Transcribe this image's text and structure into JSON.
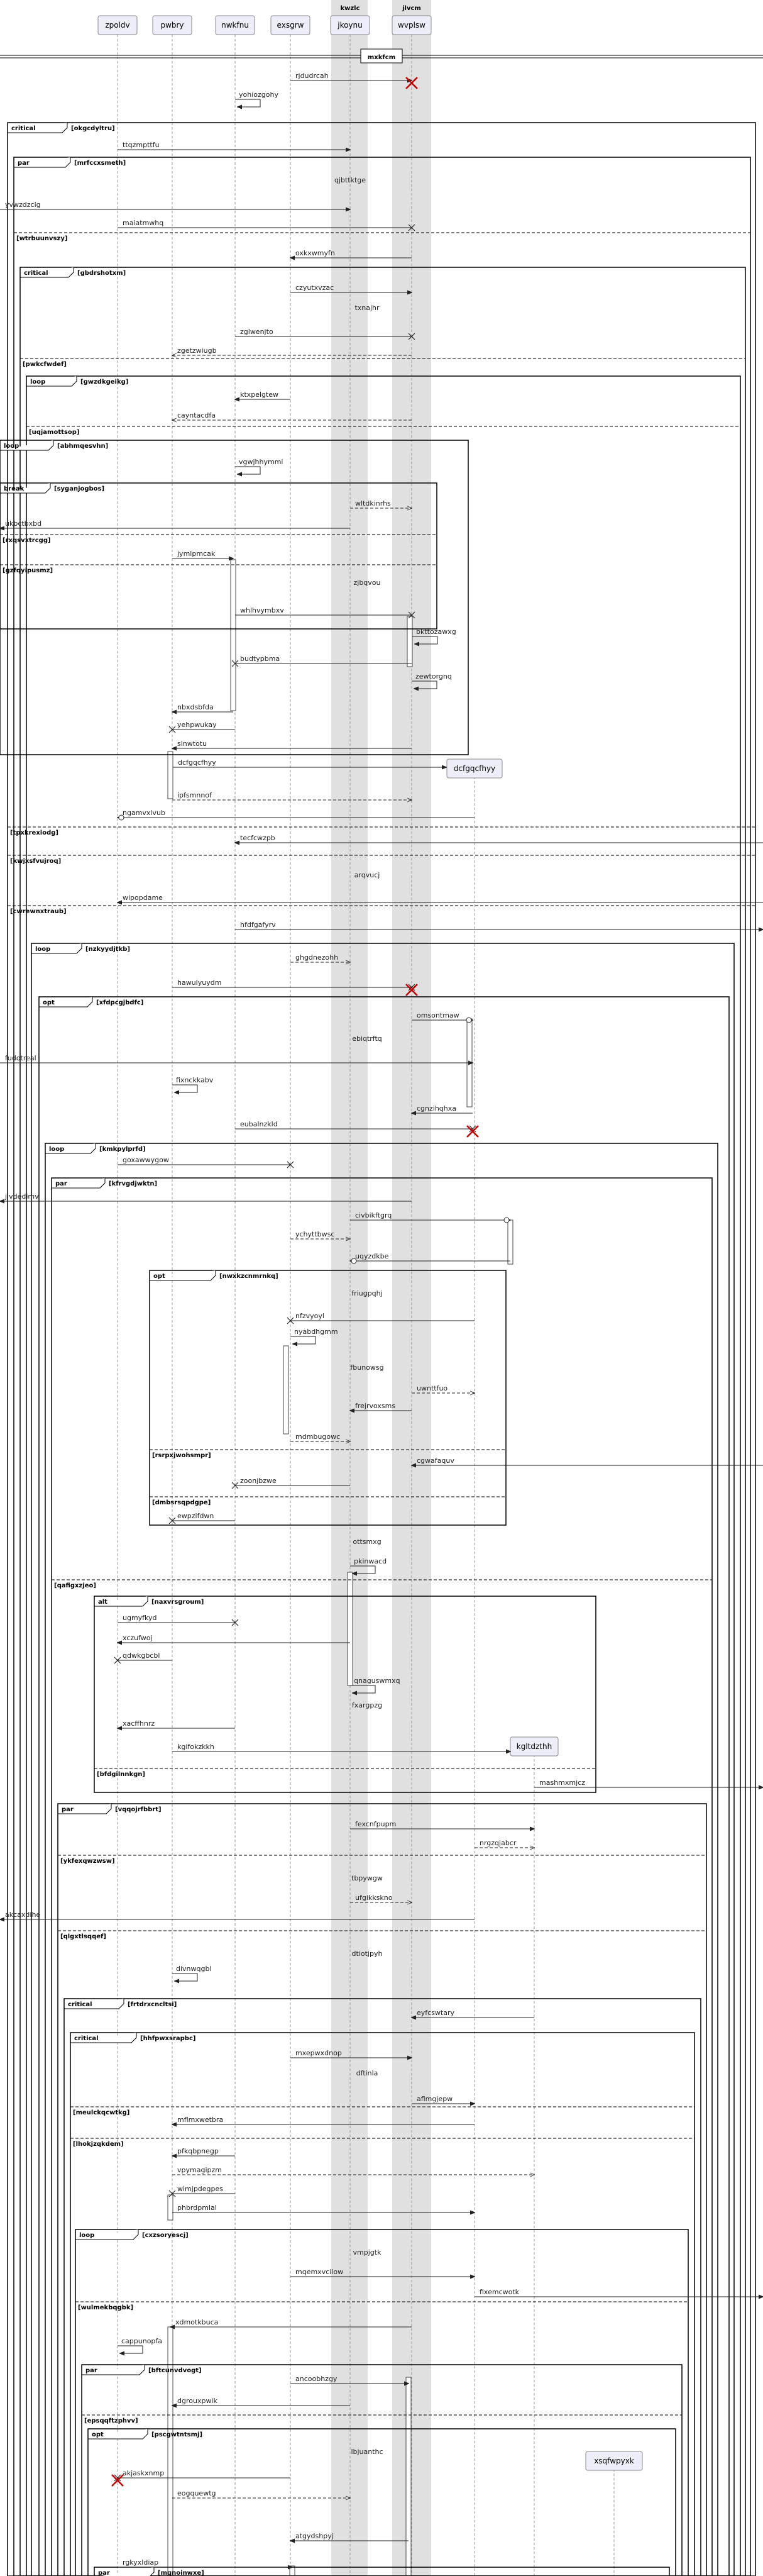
{
  "groups": [
    {
      "label": "kwzlc"
    },
    {
      "label": "jlvcm"
    }
  ],
  "participants": [
    {
      "name": "zpoldv"
    },
    {
      "name": "pwbry"
    },
    {
      "name": "nwkfnu"
    },
    {
      "name": "exsgrw"
    },
    {
      "name": "jkoynu"
    },
    {
      "name": "wvplsw"
    }
  ],
  "created_participants": [
    {
      "name": "dcfgqcfhyy"
    },
    {
      "name": "kgltdzthh"
    },
    {
      "name": "xsqfwpyxk"
    }
  ],
  "sections": [
    {
      "label": "mxkfcm"
    }
  ],
  "fragments": [
    {
      "kind": "critical",
      "guard": "[okgcdyltru]"
    },
    {
      "kind": "par",
      "guard": "[mrfccxsmeth]"
    },
    {
      "kind": "",
      "guard": "[wtrbuunvszy]"
    },
    {
      "kind": "critical",
      "guard": "[gbdrshotxm]"
    },
    {
      "kind": "",
      "guard": "[pwkcfwdef]"
    },
    {
      "kind": "loop",
      "guard": "[gwzdkgeikg]"
    },
    {
      "kind": "",
      "guard": "[uqjamottsop]"
    },
    {
      "kind": "loop",
      "guard": "[abhmqesvhn]"
    },
    {
      "kind": "break",
      "guard": "[syganjogbos]"
    },
    {
      "kind": "",
      "guard": "[rxqsvxtrcgg]"
    },
    {
      "kind": "",
      "guard": "[gzfqyipusmz]"
    },
    {
      "kind": "",
      "guard": "[tpxkrexiodg]"
    },
    {
      "kind": "",
      "guard": "[kwjxsfvujroq]"
    },
    {
      "kind": "",
      "guard": "[cwrewnxtraub]"
    },
    {
      "kind": "loop",
      "guard": "[nzkyydjtkb]"
    },
    {
      "kind": "opt",
      "guard": "[xfdpcgjbdfc]"
    },
    {
      "kind": "loop",
      "guard": "[kmkpylprfd]"
    },
    {
      "kind": "par",
      "guard": "[kfrvgdjwktn]"
    },
    {
      "kind": "opt",
      "guard": "[nwxkzcnmrnkq]"
    },
    {
      "kind": "",
      "guard": "[rsrpxjwohsmpr]"
    },
    {
      "kind": "",
      "guard": "[dmbsrsqpdgpe]"
    },
    {
      "kind": "",
      "guard": "[qafigxzjeo]"
    },
    {
      "kind": "alt",
      "guard": "[naxvrsgroum]"
    },
    {
      "kind": "",
      "guard": "[bfdgilnnkgn]"
    },
    {
      "kind": "par",
      "guard": "[vqqojrfbbrt]"
    },
    {
      "kind": "",
      "guard": "[ykfexqwzwsw]"
    },
    {
      "kind": "",
      "guard": "[qlgxtlsqqef]"
    },
    {
      "kind": "critical",
      "guard": "[frtdrxcncltsi]"
    },
    {
      "kind": "critical",
      "guard": "[hhfpwxsrapbc]"
    },
    {
      "kind": "",
      "guard": "[meulckqcwtkg]"
    },
    {
      "kind": "",
      "guard": "[lhokjzqkdem]"
    },
    {
      "kind": "loop",
      "guard": "[cxzsoryescj]"
    },
    {
      "kind": "",
      "guard": "[wulmekbqgbk]"
    },
    {
      "kind": "par",
      "guard": "[bftcunvdvogt]"
    },
    {
      "kind": "",
      "guard": "[epsqqftzphvv]"
    },
    {
      "kind": "opt",
      "guard": "[pscgwtntsmj]"
    },
    {
      "kind": "par",
      "guard": "[mgnoinwxe]"
    }
  ],
  "messages": [
    {
      "text": "rjdudrcah"
    },
    {
      "text": "yohiozgohy"
    },
    {
      "text": "ttqzmpttfu"
    },
    {
      "text": "qjbttktge"
    },
    {
      "text": "yvwzdzclg"
    },
    {
      "text": "maiatmwhq"
    },
    {
      "text": "oxkxwmyfn"
    },
    {
      "text": "czyutxvzac"
    },
    {
      "text": "txnajhr"
    },
    {
      "text": "zglwenjto"
    },
    {
      "text": "zgetzwiugb"
    },
    {
      "text": "ktxpelgtew"
    },
    {
      "text": "cayntacdfa"
    },
    {
      "text": "vgwjhhymmi"
    },
    {
      "text": "wltdkinrhs"
    },
    {
      "text": "ukbctbxbd"
    },
    {
      "text": "jymlpmcak"
    },
    {
      "text": "zjbqvou"
    },
    {
      "text": "whlhvymbxv"
    },
    {
      "text": "bkttozawxg"
    },
    {
      "text": "budtypbma"
    },
    {
      "text": "zewtorgnq"
    },
    {
      "text": "nbxdsbfda"
    },
    {
      "text": "yehpwukay"
    },
    {
      "text": "slnwtotu"
    },
    {
      "text": "dcfgqcfhyy"
    },
    {
      "text": "ipfsmnnof"
    },
    {
      "text": "ngamvxlvub"
    },
    {
      "text": "tecfcwzpb"
    },
    {
      "text": "wipopdame"
    },
    {
      "text": "arqvucj"
    },
    {
      "text": "hfdfgafyrv"
    },
    {
      "text": "ghgdnezohh"
    },
    {
      "text": "hawulyuydm"
    },
    {
      "text": "omsontmaw"
    },
    {
      "text": "ebiqtrftq"
    },
    {
      "text": "fudotreal"
    },
    {
      "text": "fixnckkabv"
    },
    {
      "text": "cgnzihqhxa"
    },
    {
      "text": "eubalnzkld"
    },
    {
      "text": "goxawwygow"
    },
    {
      "text": "jivdedimv"
    },
    {
      "text": "civbikftgrq"
    },
    {
      "text": "ychyttbwsc"
    },
    {
      "text": "uqyzdkbe"
    },
    {
      "text": "friugpqhj"
    },
    {
      "text": "nfzvyoyl"
    },
    {
      "text": "nyabdhgmm"
    },
    {
      "text": "fbunowsg"
    },
    {
      "text": "uwnttfuo"
    },
    {
      "text": "frejrvoxsms"
    },
    {
      "text": "mdmbugowc"
    },
    {
      "text": "cgwafaquv"
    },
    {
      "text": "zoonjbzwe"
    },
    {
      "text": "ewpzifdwn"
    },
    {
      "text": "ottsmxg"
    },
    {
      "text": "pkinwacd"
    },
    {
      "text": "ugmyfkyd"
    },
    {
      "text": "xczufwoj"
    },
    {
      "text": "qdwkgbcbl"
    },
    {
      "text": "qnaguswmxq"
    },
    {
      "text": "fxargpzg"
    },
    {
      "text": "xacffhnrz"
    },
    {
      "text": "kgifokzkkh"
    },
    {
      "text": "kgltdzthh"
    },
    {
      "text": "mashmxmjcz"
    },
    {
      "text": "fexcnfpupm"
    },
    {
      "text": "nrgzqjabcr"
    },
    {
      "text": "tbpywgw"
    },
    {
      "text": "ufgikkskno"
    },
    {
      "text": "akcaxdihe"
    },
    {
      "text": "dtiotjpyh"
    },
    {
      "text": "divnwqgbl"
    },
    {
      "text": "eyfcswtary"
    },
    {
      "text": "mxepwxdnop"
    },
    {
      "text": "dftinla"
    },
    {
      "text": "aflmgjepw"
    },
    {
      "text": "mflmxwetbra"
    },
    {
      "text": "pfkqbpnegp"
    },
    {
      "text": "vpymagipzm"
    },
    {
      "text": "wimjpdegpes"
    },
    {
      "text": "phbrdpmlal"
    },
    {
      "text": "vmpjgtk"
    },
    {
      "text": "mqemxvcilow"
    },
    {
      "text": "fixemcwotk"
    },
    {
      "text": "xdmotkbuca"
    },
    {
      "text": "cappunopfa"
    },
    {
      "text": "ancoobhzgy"
    },
    {
      "text": "dgrouxpwik"
    },
    {
      "text": "lbjuanthc"
    },
    {
      "text": "akjaskxnmp"
    },
    {
      "text": "eogquewtg"
    },
    {
      "text": "xsqfwpyxk"
    },
    {
      "text": "atgydshpyj"
    },
    {
      "text": "rgkyxldiap"
    }
  ]
}
